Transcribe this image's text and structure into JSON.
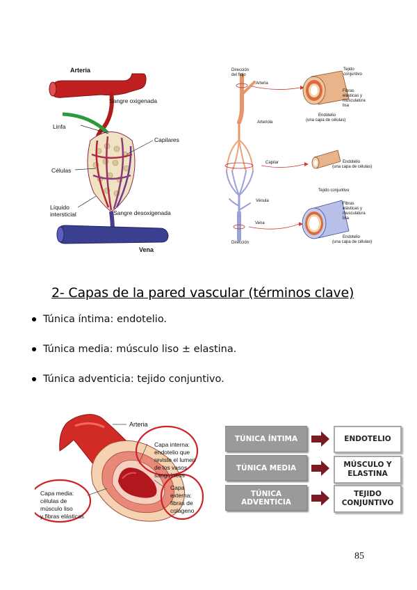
{
  "figure1": {
    "labels": {
      "arteria": "Arteria",
      "sangre_oxigenada": "Sangre oxigenada",
      "linfa": "Linfa",
      "capilares": "Capilares",
      "celulas": "Células",
      "liquido_l1": "Líquido",
      "liquido_l2": "intersticial",
      "sangre_desoxigenada": "Sangre desoxigenada",
      "vena": "Vena"
    }
  },
  "figure2": {
    "labels": {
      "direccion_flujo_l1": "Dirección",
      "direccion_flujo_l2": "del flujo",
      "arteria": "Arteria",
      "arteriola": "Arteriola",
      "capilar": "Capilar",
      "venula": "Vénula",
      "vena": "Vena",
      "direccion": "Dirección",
      "tejido_conjuntivo_1_l1": "Tejido",
      "tejido_conjuntivo_1_l2": "conjuntivo",
      "fibras_1_l1": "Fibras",
      "fibras_1_l2": "elásticas y",
      "fibras_1_l3": "musculatura",
      "fibras_1_l4": "lisa",
      "endotelio_1_l1": "Endotelio",
      "endotelio_1_l2": "(una capa de células)",
      "endotelio_2_l1": "Endotelio",
      "endotelio_2_l2": "(una capa de células)",
      "tejido_conjuntivo_3": "Tejido conjuntivo",
      "fibras_3_l1": "Fibras",
      "fibras_3_l2": "elásticas y",
      "fibras_3_l3": "musculatura",
      "fibras_3_l4": "lisa",
      "endotelio_3_l1": "Endotelio",
      "endotelio_3_l2": "(una capa de células)"
    }
  },
  "section": {
    "heading": "2- Capas de la pared vascular (términos clave)",
    "bullets": [
      "Túnica íntima: endotelio.",
      "Túnica media: músculo liso ± elastina.",
      "Túnica adventicia: tejido conjuntivo."
    ]
  },
  "figure3": {
    "labels": {
      "arteria": "Arteria",
      "capa_interna_l1": "Capa interna:",
      "capa_interna_l2": "endotelio que",
      "capa_interna_l3": "reviste el lumen",
      "capa_interna_l4": "de los vasos",
      "capa_interna_l5": "sanguíneos",
      "capa_media_l1": "Capa media:",
      "capa_media_l2": "células de",
      "capa_media_l3": "músculo liso",
      "capa_media_l4": "y fibras elásticas",
      "capa_externa_l1": "Capa",
      "capa_externa_l2": "externa:",
      "capa_externa_l3": "fibras de",
      "capa_externa_l4": "colágeno"
    }
  },
  "diagram": {
    "rows": [
      {
        "left": "TÚNICA ÍNTIMA",
        "right_l1": "ENDOTELIO",
        "right_l2": ""
      },
      {
        "left": "TÚNICA MEDIA",
        "right_l1": "MÚSCULO Y",
        "right_l2": "ELASTINA"
      },
      {
        "left": "TÚNICA ADVENTICIA",
        "right_l1": "TEJIDO",
        "right_l2": "CONJUNTIVO"
      }
    ]
  },
  "page_number": "85",
  "colors": {
    "artery_red": "#c0201f",
    "vein_blue": "#3a3f8f",
    "arrow_maroon": "#7a1a22",
    "box_grey": "#9a9a9a"
  }
}
